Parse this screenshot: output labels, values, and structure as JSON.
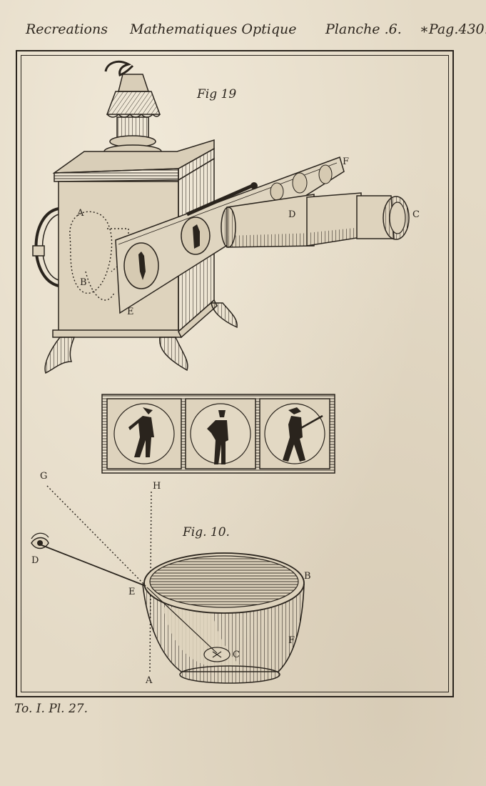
{
  "header": {
    "left": "Recreations",
    "middle": "Mathematiques Optique",
    "planche": "Planche .6.",
    "page": "∗Pag.430."
  },
  "footer": "To. I. Pl. 27.",
  "figures": {
    "fig19": {
      "title": "Fig 19",
      "labels": {
        "A": "A",
        "B": "B",
        "C": "C",
        "D": "D",
        "E": "E",
        "F": "F"
      }
    },
    "fig10": {
      "title": "Fig. 10.",
      "labels": {
        "G": "G",
        "H": "H",
        "D": "D",
        "E": "E",
        "B": "B",
        "C": "C",
        "F": "F",
        "A": "A"
      }
    }
  },
  "colors": {
    "paper": "#e4dac6",
    "ink": "#2a241d"
  }
}
